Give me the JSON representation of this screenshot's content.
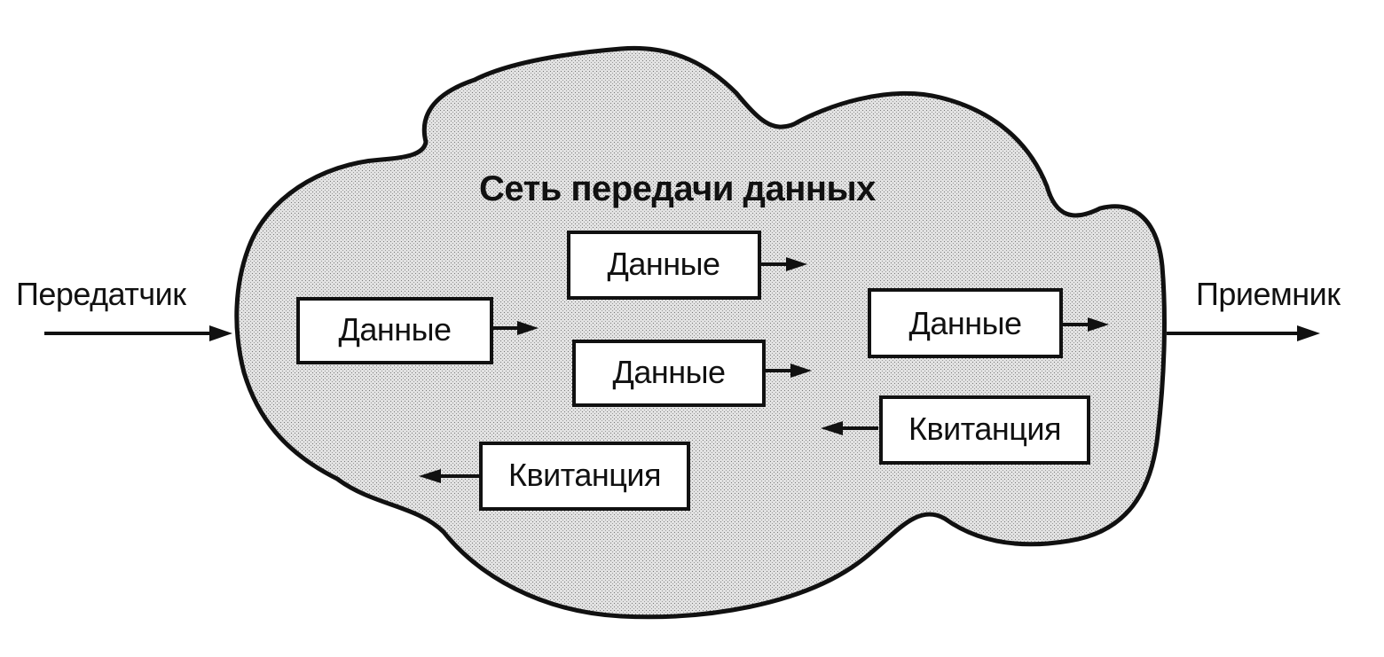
{
  "diagram": {
    "network_label": "Сеть передачи данных",
    "sender_label": "Передатчик",
    "receiver_label": "Приемник",
    "data_box_1": "Данные",
    "data_box_2": "Данные",
    "data_box_3": "Данные",
    "data_box_4": "Данные",
    "ack_box_1": "Квитанция",
    "ack_box_2": "Квитанция"
  },
  "colors": {
    "cloud_fill": "#d4d4d4",
    "outline": "#111111",
    "background": "#ffffff"
  }
}
